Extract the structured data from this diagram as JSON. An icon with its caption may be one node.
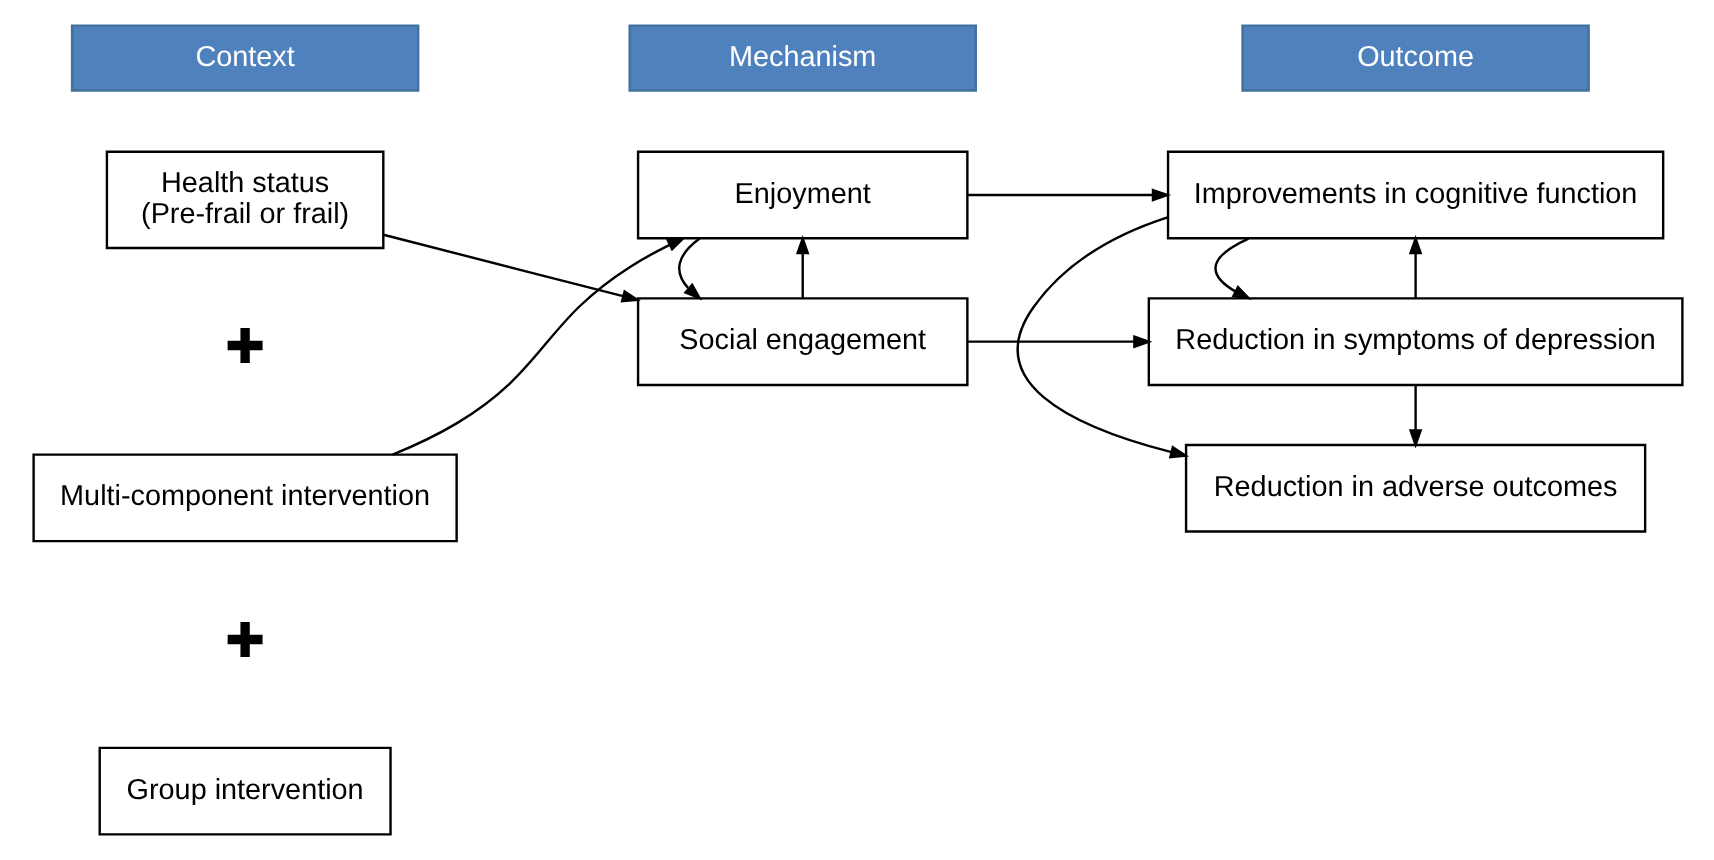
{
  "diagram": {
    "nodes": [
      {
        "text": [
          "Context"
        ]
      },
      {
        "text": [
          "Mechanism"
        ]
      },
      {
        "text": [
          "Outcome"
        ]
      },
      {
        "text": [
          "Health status",
          "(Pre-frail or frail)"
        ]
      },
      {
        "text": [
          "Multi-component intervention"
        ]
      },
      {
        "text": [
          "Group intervention"
        ]
      },
      {
        "text": [
          "Social engagement"
        ]
      },
      {
        "text": [
          "Enjoyment"
        ]
      },
      {
        "text": [
          "Reduction in symptoms of depression"
        ]
      },
      {
        "text": [
          "Improvements in cognitive function"
        ]
      },
      {
        "text": [
          "Reduction in adverse outcomes"
        ]
      }
    ],
    "edges": [
      {
        "from": 3,
        "to": 6,
        "arrow": "to"
      },
      {
        "from": 4,
        "to": 7,
        "arrow": "to"
      },
      {
        "from": 6,
        "to": 8,
        "arrow": "to"
      },
      {
        "from": 7,
        "to": 9,
        "arrow": "to"
      },
      {
        "from": 6,
        "to": 7,
        "arrow": "to"
      },
      {
        "from": 7,
        "to": 6,
        "arrow": "to"
      },
      {
        "from": 8,
        "to": 9,
        "arrow": "to"
      },
      {
        "from": 9,
        "to": 8,
        "arrow": "to"
      },
      {
        "from": 9,
        "to": 10,
        "arrow": "to"
      },
      {
        "from": 8,
        "to": 10,
        "arrow": "to"
      }
    ],
    "labels": [
      "✚",
      "✚"
    ]
  }
}
